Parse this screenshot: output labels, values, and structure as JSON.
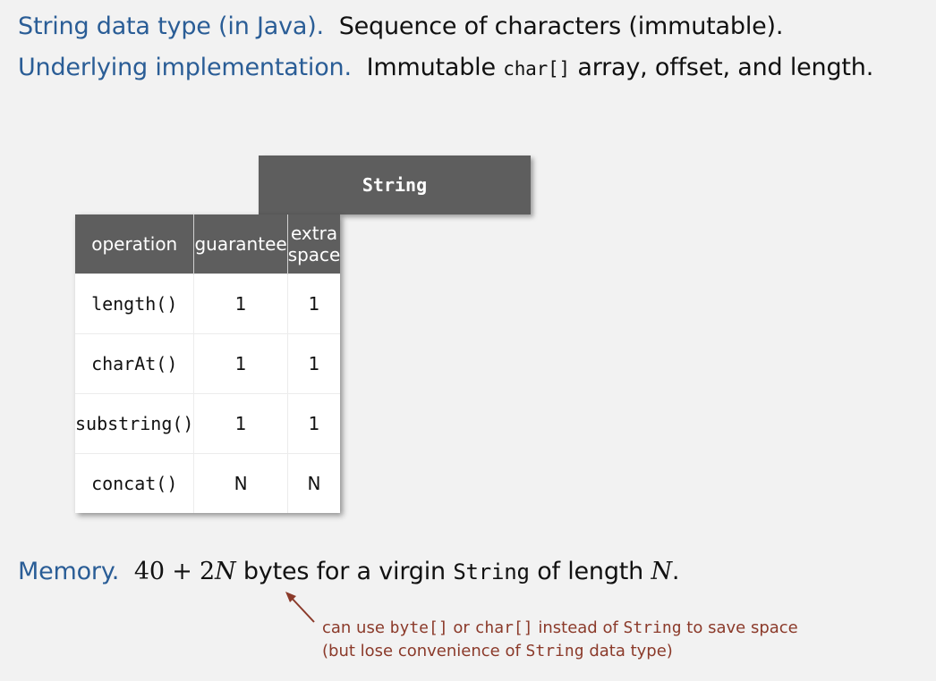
{
  "header": {
    "line1_label": "String data type (in Java).",
    "line1_text": "Sequence of characters (immutable).",
    "line2_label": "Underlying implementation.",
    "line2_pre": "Immutable",
    "line2_code": "char[]",
    "line2_post": "array, offset, and length."
  },
  "table": {
    "group_header": "String",
    "columns": [
      "operation",
      "guarantee",
      "extra space"
    ],
    "rows": [
      {
        "op": "length()",
        "guarantee": "1",
        "space": "1"
      },
      {
        "op": "charAt()",
        "guarantee": "1",
        "space": "1"
      },
      {
        "op": "substring()",
        "guarantee": "1",
        "space": "1"
      },
      {
        "op": "concat()",
        "guarantee": "N",
        "space": "N"
      }
    ]
  },
  "memory": {
    "label": "Memory.",
    "formula_num": "40 + 2",
    "formula_var": "N",
    "text1": "bytes for a virgin",
    "code": "String",
    "text2": "of length",
    "var": "N",
    "period": "."
  },
  "annotation": {
    "l1_pre": "can use",
    "l1_code1": "byte[]",
    "l1_mid1": "or",
    "l1_code2": "char[]",
    "l1_mid2": "instead of",
    "l1_code3": "String",
    "l1_post": "to save space",
    "l2_pre": "(but lose convenience of",
    "l2_code": "String",
    "l2_post": "data type)"
  },
  "colors": {
    "accent": "#2a5d96",
    "annotation": "#8b3a2a",
    "header_bg": "#5e5e5e",
    "background": "#f2f2f2"
  }
}
